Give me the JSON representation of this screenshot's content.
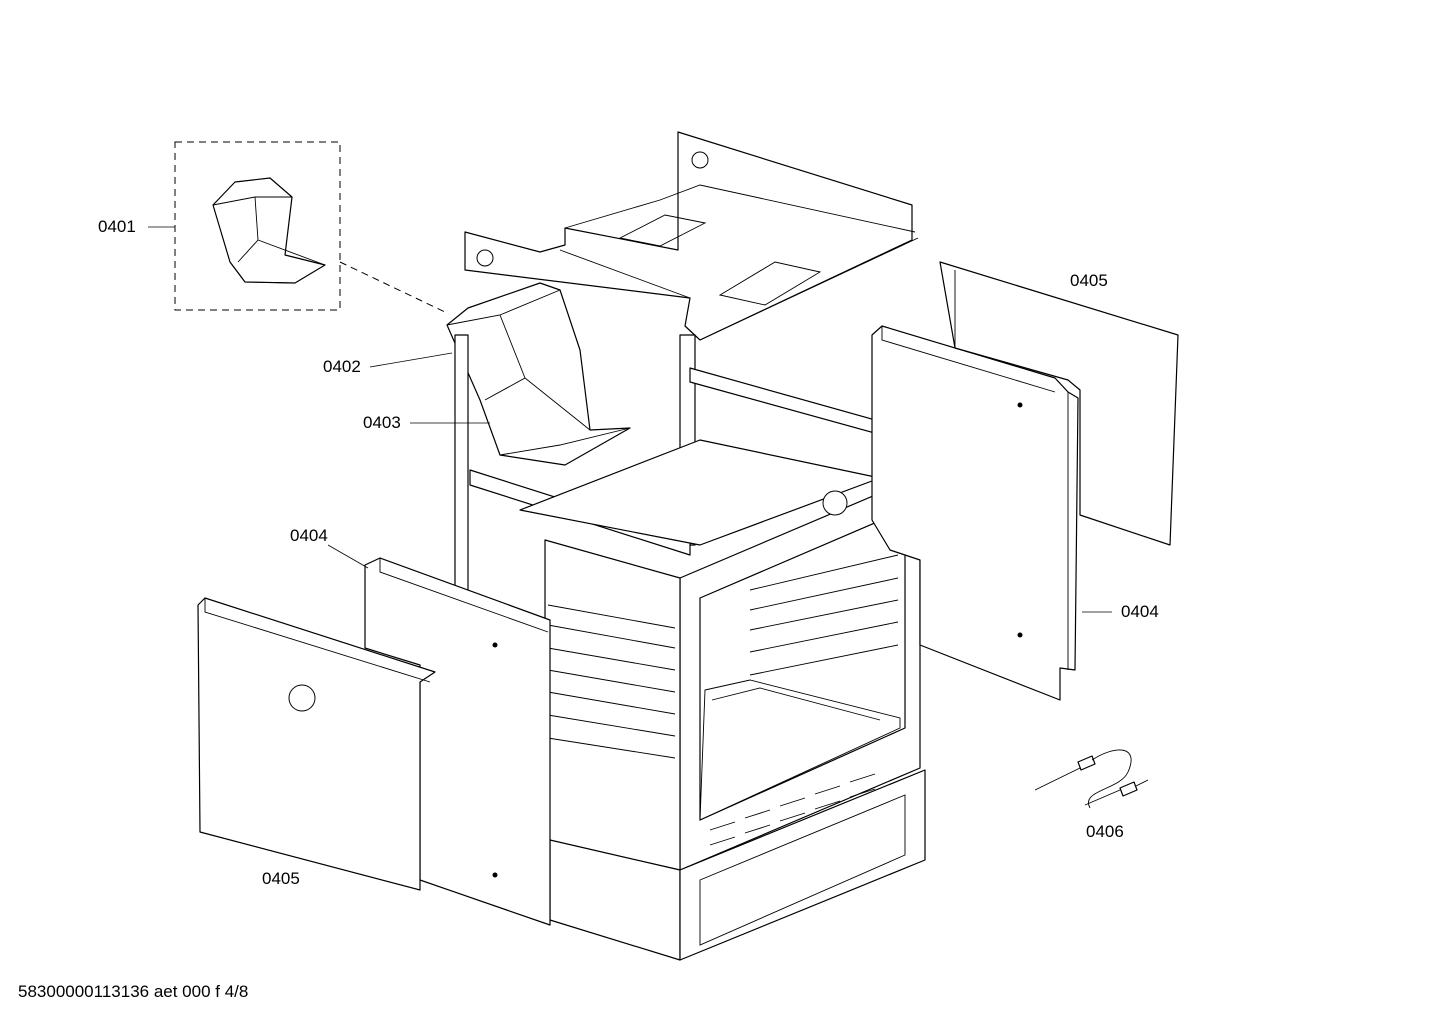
{
  "labels": {
    "p0401": "0401",
    "p0402": "0402",
    "p0403": "0403",
    "p0404_left": "0404",
    "p0404_right": "0404",
    "p0405_left": "0405",
    "p0405_right": "0405",
    "p0406": "0406"
  },
  "footer": {
    "doc_id": "58300000113136 aet 000 f 4/8"
  }
}
